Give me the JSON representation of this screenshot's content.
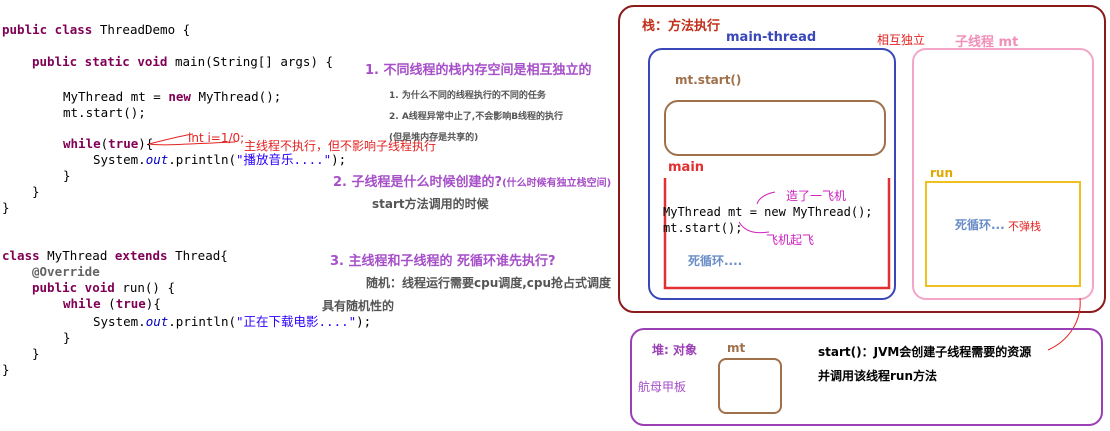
{
  "code": {
    "l1": [
      "public class ",
      "ThreadDemo {"
    ],
    "l2": [
      "public static void ",
      "main(String[] args) {"
    ],
    "l3": [
      "MyThread mt = ",
      "new",
      " MyThread();"
    ],
    "l4": "mt.start();",
    "l5": [
      "while",
      "(",
      "true",
      "){"
    ],
    "l6": [
      "System.",
      "out",
      ".println(",
      "\"播放音乐....\"",
      ");"
    ],
    "l7": "}",
    "l8": "}",
    "l9": "}",
    "l10": [
      "class ",
      "MyThread ",
      "extends",
      " Thread{"
    ],
    "l11": "@Override",
    "l12": [
      "public void ",
      "run() {"
    ],
    "l13": [
      "while ",
      "(",
      "true",
      "){"
    ],
    "l14": [
      "System.",
      "out",
      ".println(",
      "\"正在下载电影....\"",
      ");"
    ],
    "l15": "}",
    "l16": "}",
    "l17": "}"
  },
  "notes": {
    "q1_title": "1. 不同线程的栈内存空间是相互独立的",
    "q1_sub1": "1. 为什么不同的线程执行的不同的任务",
    "q1_sub2": "2. A线程异常中止了,不会影响B线程的执行",
    "q1_sub3": "(但是堆内存是共享的)",
    "inline_int": "int i=1/0;",
    "inline_main_no_exec": "主线程不执行，但不影响子线程执行",
    "q2_title": "2. 子线程是什么时候创建的?",
    "q2_extra": "(什么时候有独立栈空间)",
    "q2_answer": "start方法调用的时候",
    "q3_title": "3. 主线程和子线程的 死循环谁先执行?",
    "q3_ans1": "随机：线程运行需要cpu调度,cpu抢占式调度",
    "q3_ans2": "具有随机性的"
  },
  "stack": {
    "title": "栈：方法执行",
    "main_thread_label": "main-thread",
    "independent": "相互独立",
    "sub_thread_label": "子线程   mt",
    "frame_start": "mt.start()",
    "frame_main": "main",
    "main_code1": "MyThread mt = new MyThread();",
    "main_code2": "mt.start();",
    "main_loop": "死循环....",
    "plane_made": "造了一飞机",
    "plane_fly": "飞机起飞",
    "run_label": "run",
    "run_loop": "死循环...",
    "no_pop": "不弹栈"
  },
  "heap": {
    "title": "堆: 对象",
    "mt": "mt",
    "carrier": "航母甲板",
    "start_desc1": "start()：JVM会创建子线程需要的资源",
    "start_desc2": "并调用该线程run方法"
  },
  "colors": {
    "stack_border": "#8b1a1a",
    "main_thread": "#3a47b8",
    "sub_thread": "#f4a6c8",
    "frame_brown": "#a0704a",
    "main_frame": "#e03030",
    "run_frame": "#f0c020",
    "heap_border": "#9b3fb5",
    "purple_text": "#a64fc8",
    "magenta": "#d020c0"
  }
}
